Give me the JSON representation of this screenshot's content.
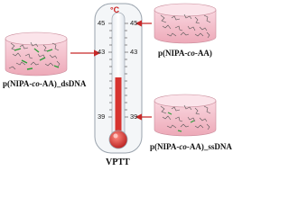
{
  "thermometer": {
    "unit": "°C",
    "ticks_left": [
      "45",
      "43",
      "39"
    ],
    "ticks_right": [
      "45",
      "43",
      "39"
    ],
    "caption": "VPTT",
    "accent_color": "#cc1f1f",
    "mercury_color": "#d7332f"
  },
  "cylinders": [
    {
      "id": "left",
      "label_prefix": "p(NIPA-",
      "label_italic": "co",
      "label_suffix": "-AA)_dsDNA",
      "points_to": "43",
      "fill_color": "#f3bcc9"
    },
    {
      "id": "top-right",
      "label_prefix": "p(NIPA-",
      "label_italic": "co",
      "label_suffix": "-AA)",
      "points_to": "45",
      "fill_color": "#f3bcc9"
    },
    {
      "id": "bottom-right",
      "label_prefix": "p(NIPA-",
      "label_italic": "co",
      "label_suffix": "-AA)_ssDNA",
      "points_to": "39",
      "fill_color": "#f3bcc9"
    }
  ]
}
